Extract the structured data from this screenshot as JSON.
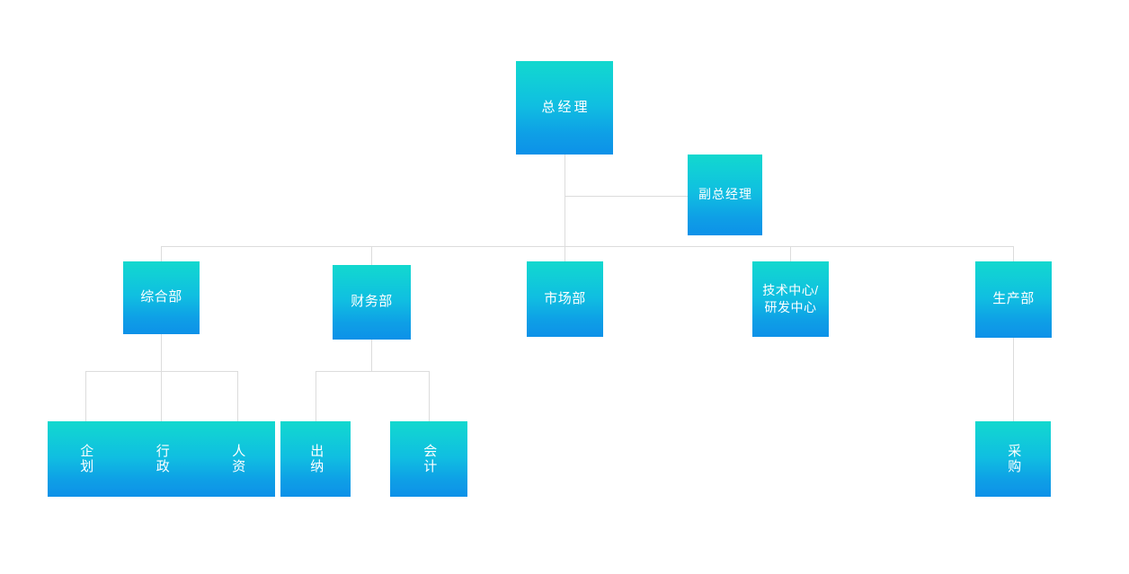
{
  "diagram": {
    "type": "organization-chart",
    "title": "",
    "colors": {
      "node_gradient_top": "#12d8ce",
      "node_gradient_bottom": "#0d91e8",
      "connector": "#dcdcdc",
      "text": "#ffffff",
      "background": "#ffffff"
    },
    "nodes": {
      "general_manager": {
        "label": "总经理",
        "level": 1
      },
      "deputy_general_manager": {
        "label": "副总经理",
        "level": 2
      },
      "general_affairs": {
        "label": "综合部",
        "level": 3
      },
      "finance": {
        "label": "财务部",
        "level": 3
      },
      "marketing": {
        "label": "市场部",
        "level": 3
      },
      "tech_center": {
        "label": "技术中心/\n研发中心",
        "level": 3
      },
      "production": {
        "label": "生产部",
        "level": 3
      },
      "planning": {
        "label": "企划",
        "level": 4
      },
      "administration": {
        "label": "行政",
        "level": 4
      },
      "human_resources": {
        "label": "人资",
        "level": 4
      },
      "cashier": {
        "label": "出纳",
        "level": 4
      },
      "accounting": {
        "label": "会计",
        "level": 4
      },
      "procurement": {
        "label": "采购",
        "level": 4
      }
    }
  }
}
